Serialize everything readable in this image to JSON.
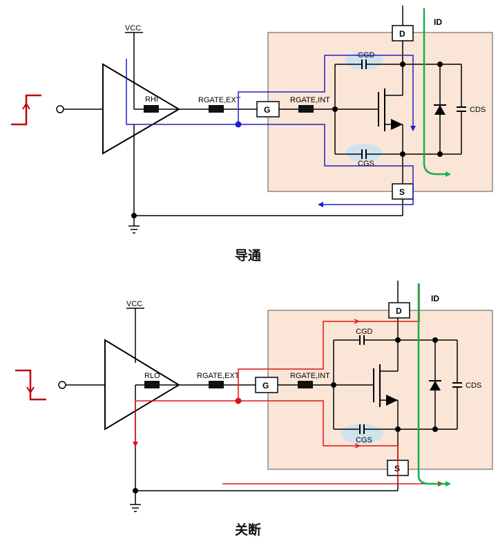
{
  "on_panel": {
    "caption": "导通",
    "vcc_label": "VCC",
    "r_driver_label": "RHI",
    "rgate_ext_label": "RGATE,EXT",
    "rgate_int_label": "RGATE,INT",
    "cgd_label": "CGD",
    "cgs_label": "CGS",
    "cds_label": "CDS",
    "id_label": "ID",
    "pin_g": "G",
    "pin_d": "D",
    "pin_s": "S"
  },
  "off_panel": {
    "caption": "关断",
    "vcc_label": "VCC",
    "r_driver_label": "RLO",
    "rgate_ext_label": "RGATE,EXT",
    "rgate_int_label": "RGATE,INT",
    "cgd_label": "CGD",
    "cgs_label": "CGS",
    "cds_label": "CDS",
    "id_label": "ID",
    "pin_g": "G",
    "pin_d": "D",
    "pin_s": "S"
  },
  "colors": {
    "package_fill": "#fbe5d6",
    "gate_charge_path": "#1f1fc8",
    "gate_discharge_path": "#e01010",
    "drain_current_path": "#12b04a",
    "capacitor_highlight": "#cfe3ef",
    "wire": "#000000",
    "input_step": "#c00000"
  }
}
